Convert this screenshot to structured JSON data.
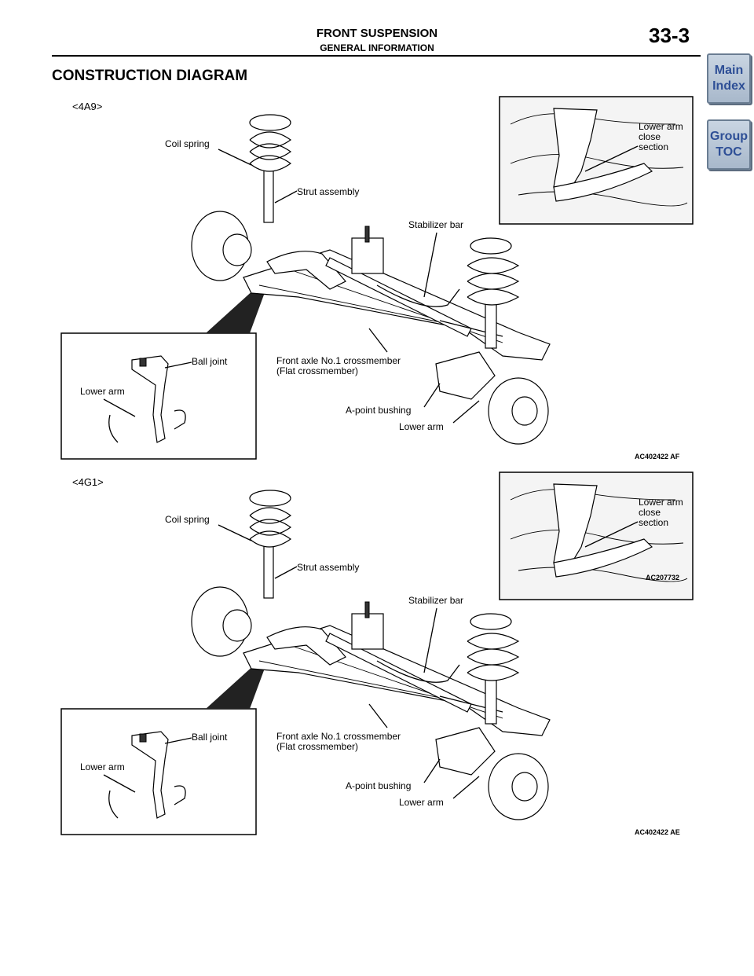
{
  "header": {
    "section_title": "FRONT SUSPENSION",
    "subsection_title": "GENERAL INFORMATION",
    "page_number": "33-3"
  },
  "nav": {
    "main_index_label": "Main\nIndex",
    "group_toc_label": "Group\nTOC"
  },
  "heading": "CONSTRUCTION DIAGRAM",
  "diagrams": [
    {
      "variant": "<4A9>",
      "labels": {
        "coil_spring": "Coil spring",
        "strut_assembly": "Strut assembly",
        "stabilizer_bar": "Stabilizer bar",
        "crossmember_line1": "Front axle No.1 crossmember",
        "crossmember_line2": "(Flat crossmember)",
        "a_point_bushing": "A-point bushing",
        "lower_arm": "Lower arm",
        "inset_ball_joint": "Ball joint",
        "inset_lower_arm": "Lower arm",
        "close_section_line1": "Lower arm",
        "close_section_line2": "close",
        "close_section_line3": "section"
      },
      "figure_code": "AC402422 AF"
    },
    {
      "variant": "<4G1>",
      "labels": {
        "coil_spring": "Coil spring",
        "strut_assembly": "Strut assembly",
        "stabilizer_bar": "Stabilizer bar",
        "crossmember_line1": "Front axle No.1 crossmember",
        "crossmember_line2": "(Flat crossmember)",
        "a_point_bushing": "A-point bushing",
        "lower_arm": "Lower arm",
        "inset_ball_joint": "Ball joint",
        "inset_lower_arm": "Lower arm",
        "close_section_line1": "Lower arm",
        "close_section_line2": "close",
        "close_section_line3": "section"
      },
      "inset_code": "AC207732",
      "figure_code": "AC402422 AE"
    }
  ]
}
